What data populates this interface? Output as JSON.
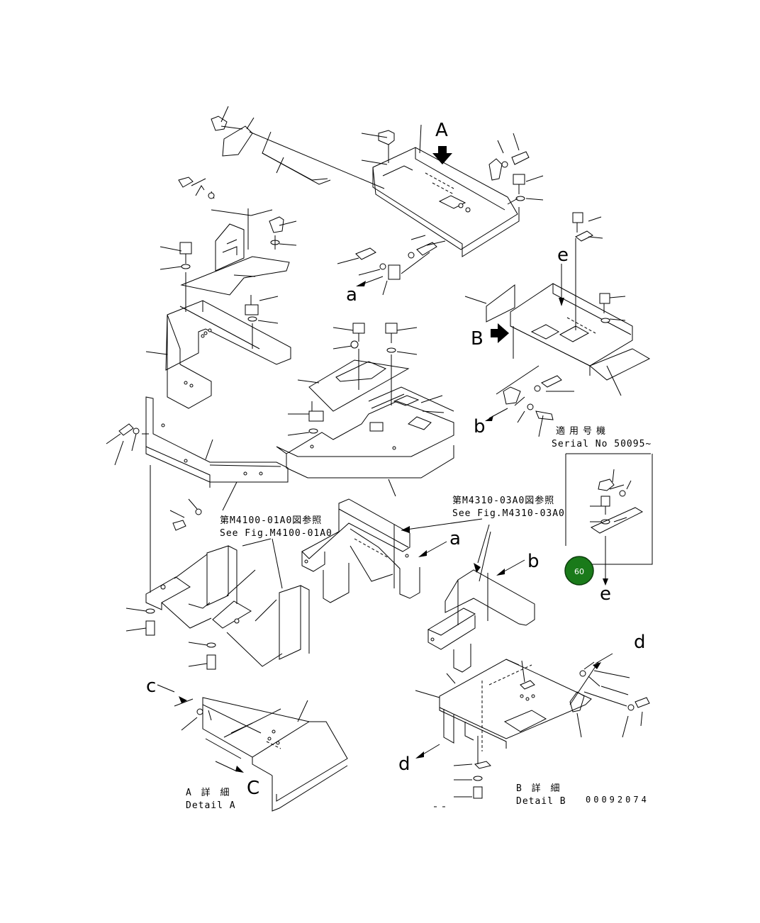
{
  "detail_letters": {
    "A": "A",
    "B": "B",
    "a_top": "a",
    "a_mid": "a",
    "b_mid": "b",
    "b_low": "b",
    "c_top": "c",
    "C_bottom": "C",
    "d_top": "d",
    "d_bottom": "d",
    "e_top": "e",
    "e_bottom": "e"
  },
  "serial": {
    "jp": "適用号機",
    "en": "Serial No 50095~"
  },
  "ref_m4100": {
    "jp": "第M4100-01A0図参照",
    "en": "See Fig.M4100-01A0"
  },
  "ref_m4310": {
    "jp": "第M4310-03A0図参照",
    "en": "See Fig.M4310-03A0"
  },
  "detail_a": {
    "jp": "A 詳 細",
    "en": "Detail A"
  },
  "detail_b": {
    "jp": "B 詳 細",
    "en": "Detail B"
  },
  "drawing_number": "00092074",
  "callout": {
    "number": "60",
    "color": "#1a7a1a"
  }
}
